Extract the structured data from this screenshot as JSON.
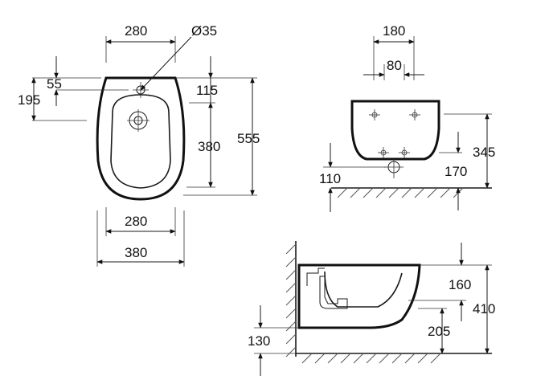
{
  "top_view": {
    "dim_width_top": "280",
    "dim_hole_dia": "Ø35",
    "dim_55": "55",
    "dim_195": "195",
    "dim_115": "115",
    "dim_380_inner": "380",
    "dim_555": "555",
    "dim_280_bottom": "280",
    "dim_380_bottom": "380"
  },
  "front_view": {
    "dim_180": "180",
    "dim_80": "80",
    "dim_345": "345",
    "dim_110": "110",
    "dim_170": "170"
  },
  "side_view": {
    "dim_160": "160",
    "dim_410": "410",
    "dim_130": "130",
    "dim_205": "205"
  }
}
